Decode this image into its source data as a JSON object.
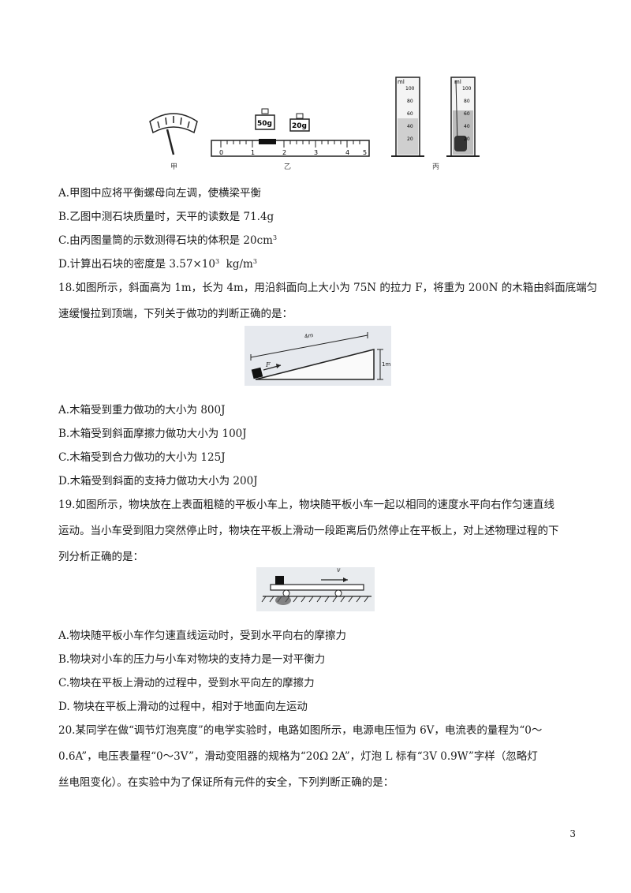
{
  "figure17": {
    "label_jia": "甲",
    "label_yi": "乙",
    "label_bing": "丙",
    "weight_50": "50g",
    "weight_20": "20g",
    "ruler_ticks": [
      "0",
      "1",
      "2",
      "3",
      "4",
      "5"
    ],
    "cyl_unit": "ml",
    "cyl1_ticks": [
      "100",
      "80",
      "60",
      "40",
      "20"
    ],
    "cyl2_ticks": [
      "100",
      "80",
      "60",
      "40",
      "20"
    ]
  },
  "q17": {
    "optA": "A.甲图中应将平衡螺母向左调，使横梁平衡",
    "optB": "B.乙图中测石块质量时，天平的读数是 71.4g",
    "optC_pre": "C.由丙图量筒的示数测得石块的体积是 20cm",
    "optC_sup": "3",
    "optD_pre": "D.计算出石块的密度是 3.57×10",
    "optD_sup1": "3",
    "optD_mid": "  kg/m",
    "optD_sup2": "3"
  },
  "q18": {
    "stem_line1": "18.如图所示，斜面高为 1m，长为 4m，用沿斜面向上大小为 75N 的拉力 F，将重为 200N 的木箱由斜面底端匀",
    "stem_line2": "速缓慢拉到顶端，下列关于做功的判断正确的是：",
    "fig_length": "4m",
    "fig_height": "1m",
    "fig_force": "F",
    "optA": "A.木箱受到重力做功的大小为 800J",
    "optB": "B.木箱受到斜面摩擦力做功大小为 100J",
    "optC": "C.木箱受到合力做功的大小为 125J",
    "optD": "D.木箱受到斜面的支持力做功大小为 200J"
  },
  "q19": {
    "stem_line1": "19.如图所示，物块放在上表面粗糙的平板小车上，物块随平板小车一起以相同的速度水平向右作匀速直线",
    "stem_line2": "运动。当小车受到阻力突然停止时，物块在平板上滑动一段距离后仍然停止在平板上，对上述物理过程的下",
    "stem_line3": "列分析正确的是：",
    "fig_v": "v",
    "optA": "A.物块随平板小车作匀速直线运动时，受到水平向右的摩擦力",
    "optB": "B.物块对小车的压力与小车对物块的支持力是一对平衡力",
    "optC": "C.物块在平板上滑动的过程中，受到水平向左的摩擦力",
    "optD": "D. 物块在平板上滑动的过程中，相对于地面向左运动"
  },
  "q20": {
    "stem_line1": "20.某同学在做“调节灯泡亮度”的电学实验时，电路如图所示，电源电压恒为 6V，电流表的量程为“0～",
    "stem_line2": "0.6A”，电压表量程“0～3V”，滑动变阻器的规格为“20Ω  2A”，灯泡 L 标有“3V  0.9W”字样（忽略灯",
    "stem_line3": "丝电阻变化）。在实验中为了保证所有元件的安全，下列判断正确的是："
  },
  "page_number": "3"
}
